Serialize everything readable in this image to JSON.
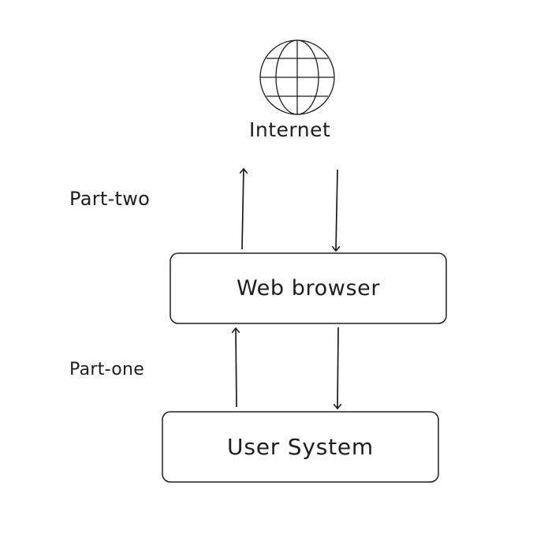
{
  "nodes": {
    "internet": {
      "label": "Internet",
      "icon": "globe-icon"
    },
    "web_browser": {
      "label": "Web browser"
    },
    "user_system": {
      "label": "User System"
    }
  },
  "edges": {
    "part_two": {
      "label": "Part-two"
    },
    "part_one": {
      "label": "Part-one"
    }
  },
  "colors": {
    "stroke": "#1e1e1e",
    "background": "#ffffff"
  }
}
